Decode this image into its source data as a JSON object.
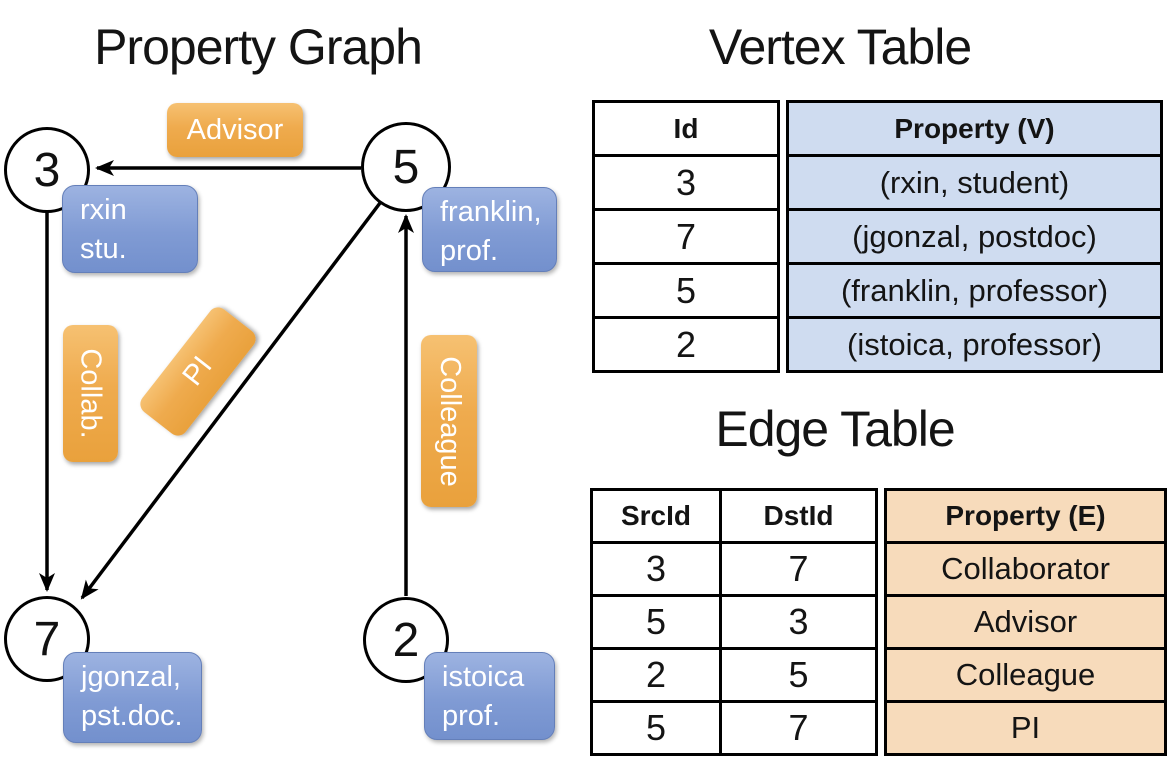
{
  "graph": {
    "title": "Property Graph",
    "vertices": [
      {
        "id": "3",
        "label_line1": "rxin",
        "label_line2": "stu."
      },
      {
        "id": "5",
        "label_line1": "franklin,",
        "label_line2": "prof."
      },
      {
        "id": "7",
        "label_line1": "jgonzal,",
        "label_line2": "pst.doc."
      },
      {
        "id": "2",
        "label_line1": "istoica",
        "label_line2": "prof."
      }
    ],
    "edge_labels": {
      "advisor": "Advisor",
      "collab": "Collab.",
      "pi": "PI",
      "colleague": "Colleague"
    },
    "edges": [
      {
        "from": "5",
        "to": "3",
        "label": "Advisor"
      },
      {
        "from": "3",
        "to": "7",
        "label": "Collab."
      },
      {
        "from": "5",
        "to": "7",
        "label": "PI"
      },
      {
        "from": "2",
        "to": "5",
        "label": "Colleague"
      }
    ]
  },
  "vertex_table": {
    "title": "Vertex Table",
    "headers": {
      "id": "Id",
      "property": "Property (V)"
    },
    "rows": [
      {
        "id": "3",
        "property": "(rxin, student)"
      },
      {
        "id": "7",
        "property": "(jgonzal, postdoc)"
      },
      {
        "id": "5",
        "property": "(franklin, professor)"
      },
      {
        "id": "2",
        "property": "(istoica, professor)"
      }
    ]
  },
  "edge_table": {
    "title": "Edge Table",
    "headers": {
      "src": "SrcId",
      "dst": "DstId",
      "property": "Property (E)"
    },
    "rows": [
      {
        "src": "3",
        "dst": "7",
        "property": "Collaborator"
      },
      {
        "src": "5",
        "dst": "3",
        "property": "Advisor"
      },
      {
        "src": "2",
        "dst": "5",
        "property": "Colleague"
      },
      {
        "src": "5",
        "dst": "7",
        "property": "PI"
      }
    ]
  },
  "colors": {
    "vertex_property_fill": "#cfdcf0",
    "edge_property_fill": "#f7dbbb",
    "edge_label_orange": "#efab4e",
    "vertex_label_blue": "#809bd4",
    "line_black": "#000000"
  }
}
